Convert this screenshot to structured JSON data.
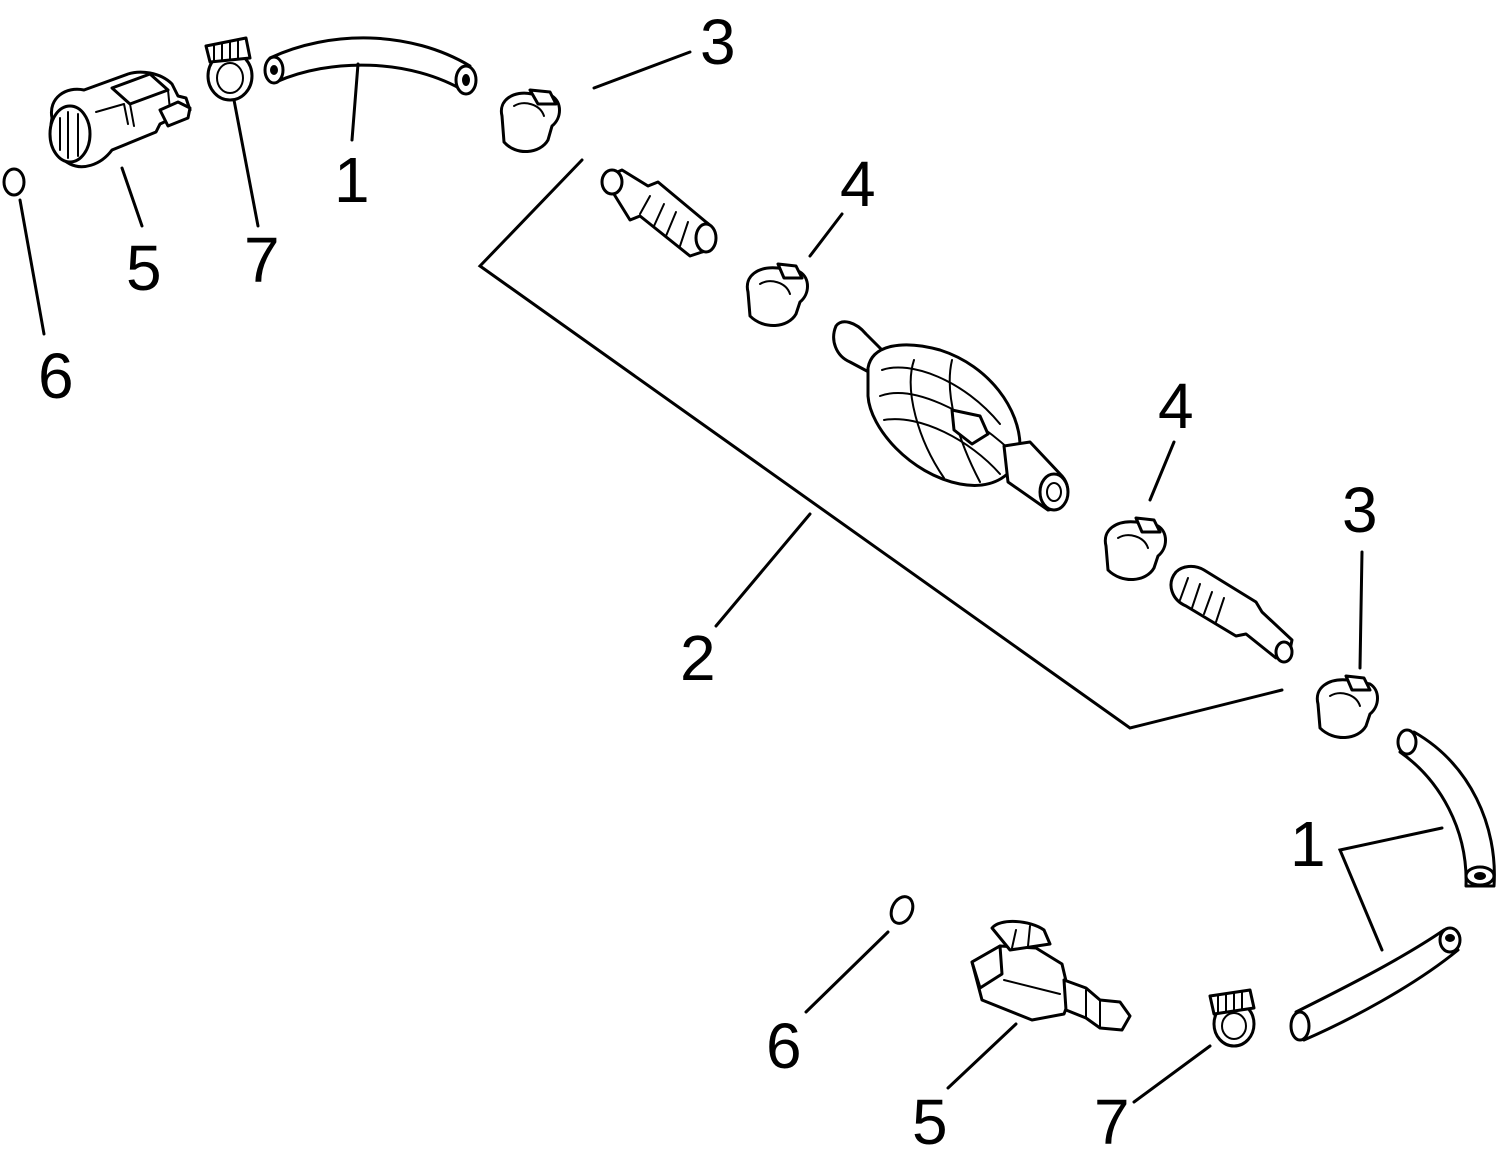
{
  "callouts": {
    "c1_top": "1",
    "c1_bottom": "1",
    "c2": "2",
    "c3_top": "3",
    "c3_bottom": "3",
    "c4_upper": "4",
    "c4_lower": "4",
    "c5_top": "5",
    "c5_bottom": "5",
    "c6_top": "6",
    "c6_bottom": "6",
    "c7_top": "7",
    "c7_bottom": "7"
  }
}
